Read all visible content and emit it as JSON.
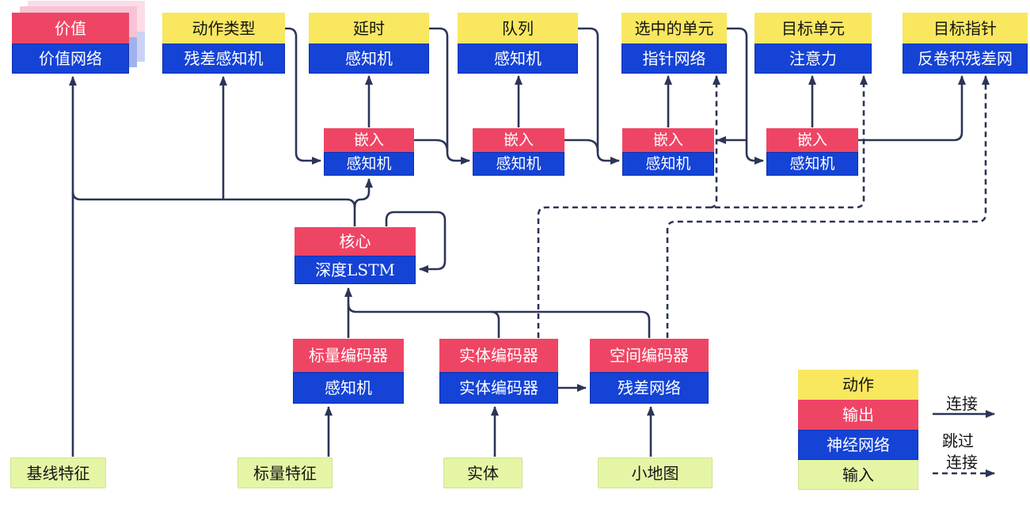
{
  "diagram": {
    "heads": [
      {
        "action": "价值",
        "network": "价值网络"
      },
      {
        "action": "动作类型",
        "network": "残差感知机"
      },
      {
        "action": "延时",
        "network": "感知机"
      },
      {
        "action": "队列",
        "network": "感知机"
      },
      {
        "action": "选中的单元",
        "network": "指针网络"
      },
      {
        "action": "目标单元",
        "network": "注意力"
      },
      {
        "action": "目标指针",
        "network": "反卷积残差网"
      }
    ],
    "embeds": [
      {
        "output": "嵌入",
        "network": "感知机"
      },
      {
        "output": "嵌入",
        "network": "感知机"
      },
      {
        "output": "嵌入",
        "network": "感知机"
      },
      {
        "output": "嵌入",
        "network": "感知机"
      }
    ],
    "core": {
      "output": "核心",
      "network": "深度LSTM"
    },
    "encoders": [
      {
        "output": "标量编码器",
        "network": "感知机"
      },
      {
        "output": "实体编码器",
        "network": "实体编码器"
      },
      {
        "output": "空间编码器",
        "network": "残差网络"
      }
    ],
    "inputs": [
      "基线特征",
      "标量特征",
      "实体",
      "小地图"
    ],
    "legend": {
      "items": [
        {
          "label": "动作",
          "type": "action"
        },
        {
          "label": "输出",
          "type": "output"
        },
        {
          "label": "神经网络",
          "type": "network"
        },
        {
          "label": "输入",
          "type": "input"
        }
      ],
      "solid_arrow_label": "连接",
      "dashed_arrow_label_line1": "跳过",
      "dashed_arrow_label_line2": "连接"
    },
    "colors": {
      "action_yellow": "#F8E75F",
      "output_red": "#EF4565",
      "network_blue": "#1443D6",
      "input_green": "#E4F6A6",
      "wire_navy": "#2B3557",
      "value_shadow_pink": "#F8C3D4",
      "value_shadow_blue": "#9FB2EE"
    }
  }
}
